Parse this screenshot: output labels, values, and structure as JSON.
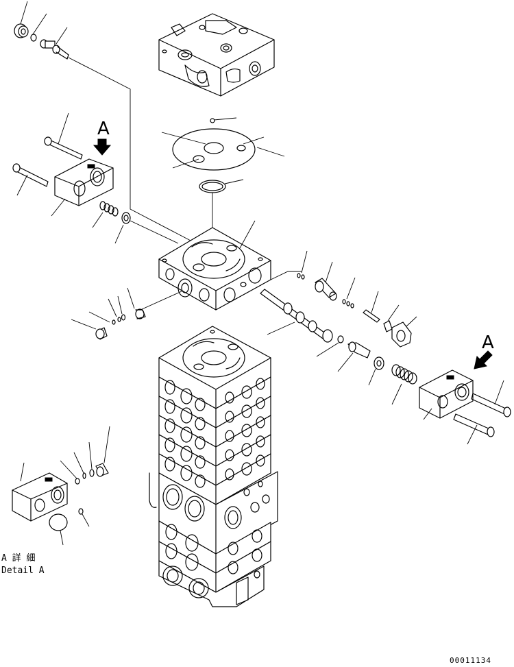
{
  "callouts": {
    "view_letter_top": "A",
    "view_letter_right": "A"
  },
  "detail": {
    "label_jp": "A 詳 細",
    "label_en": "Detail A"
  },
  "drawing_number": "00011134"
}
